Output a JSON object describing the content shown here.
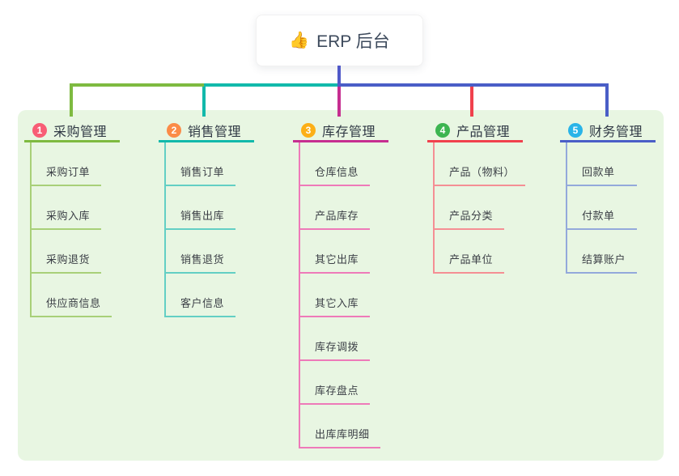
{
  "root": {
    "icon": "👍",
    "title": "ERP 后台"
  },
  "colors": {
    "page_bg": "#ffffff",
    "panel_bg": "#e8f6e2",
    "card_bg": "#ffffff",
    "root_text": "#3d4a5c",
    "stem": "#5059c9"
  },
  "branches": [
    {
      "number": "1",
      "title": "采购管理",
      "badge_color": "#f85d75",
      "line_color": "#7eba40",
      "child_line_color": "#a8d078",
      "children": [
        "采购订单",
        "采购入库",
        "采购退货",
        "供应商信息"
      ]
    },
    {
      "number": "2",
      "title": "销售管理",
      "badge_color": "#fb8b47",
      "line_color": "#12b9ab",
      "child_line_color": "#63cfc4",
      "children": [
        "销售订单",
        "销售出库",
        "销售退货",
        "客户信息"
      ]
    },
    {
      "number": "3",
      "title": "库存管理",
      "badge_color": "#fcaf17",
      "line_color": "#c62e90",
      "child_line_color": "#ee7ab9",
      "children": [
        "仓库信息",
        "产品库存",
        "其它出库",
        "其它入库",
        "库存调拨",
        "库存盘点",
        "出库库明细"
      ]
    },
    {
      "number": "4",
      "title": "产品管理",
      "badge_color": "#3db551",
      "line_color": "#f0414d",
      "child_line_color": "#f58f94",
      "children": [
        "产品（物料）",
        "产品分类",
        "产品单位"
      ]
    },
    {
      "number": "5",
      "title": "财务管理",
      "badge_color": "#29b4e8",
      "line_color": "#4a5ec7",
      "child_line_color": "#93a9db",
      "children": [
        "回款单",
        "付款单",
        "结算账户"
      ]
    }
  ]
}
